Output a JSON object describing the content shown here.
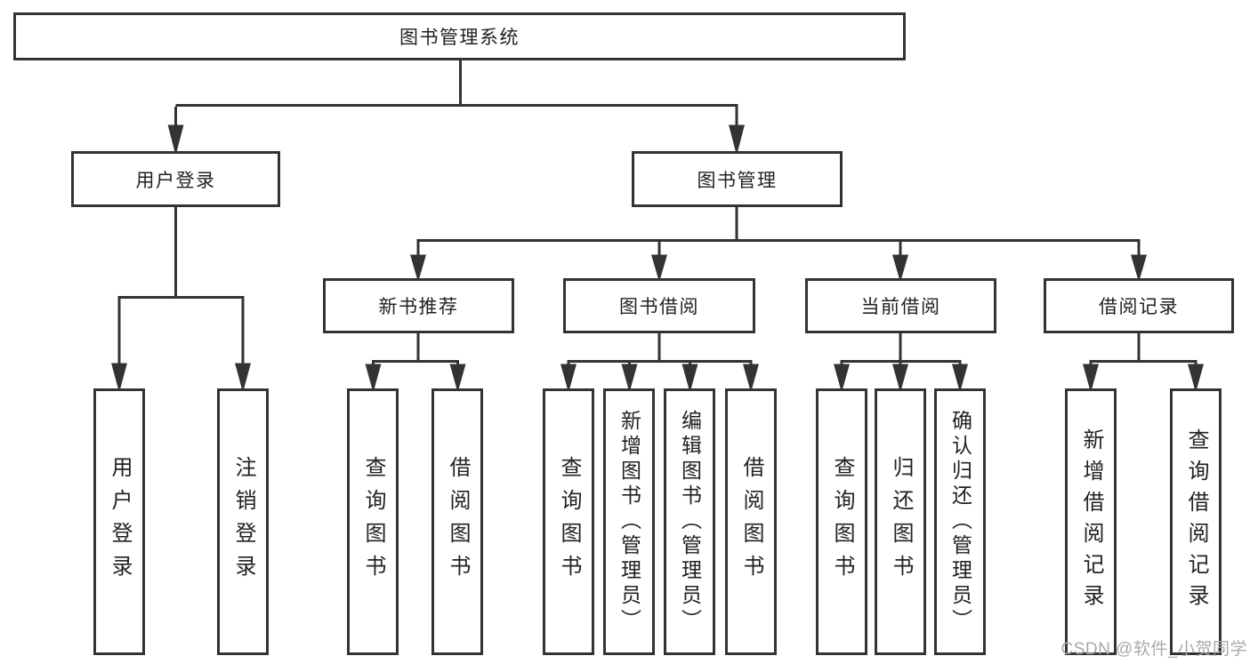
{
  "diagram": {
    "root": {
      "label": "图书管理系统",
      "children": [
        {
          "label": "用户登录",
          "children": [
            {
              "label": "用户登录"
            },
            {
              "label": "注销登录"
            }
          ]
        },
        {
          "label": "图书管理",
          "children": [
            {
              "label": "新书推荐",
              "children": [
                {
                  "label": "查询图书"
                },
                {
                  "label": "借阅图书"
                }
              ]
            },
            {
              "label": "图书借阅",
              "children": [
                {
                  "label": "查询图书"
                },
                {
                  "label": "新增图书（管理员）"
                },
                {
                  "label": "编辑图书（管理员）"
                },
                {
                  "label": "借阅图书"
                }
              ]
            },
            {
              "label": "当前借阅",
              "children": [
                {
                  "label": "查询图书"
                },
                {
                  "label": "归还图书"
                },
                {
                  "label": "确认归还（管理员）"
                }
              ]
            },
            {
              "label": "借阅记录",
              "children": [
                {
                  "label": "新增借阅记录"
                },
                {
                  "label": "查询借阅记录"
                }
              ]
            }
          ]
        }
      ]
    }
  },
  "watermark": {
    "text": "CSDN @软件_小贺同学"
  },
  "colors": {
    "line": "#333333",
    "box_border": "#333333",
    "text": "#222222",
    "watermark": "#a9a9a9",
    "background": "#ffffff"
  }
}
